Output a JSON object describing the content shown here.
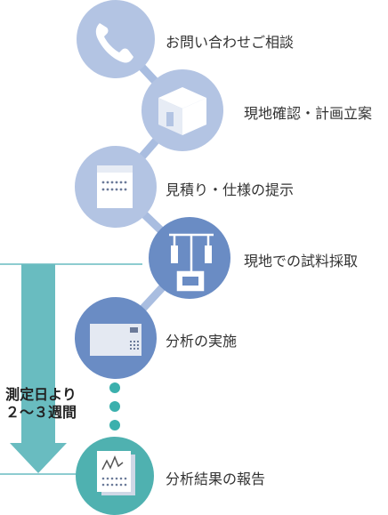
{
  "steps": [
    {
      "label": "お問い合わせご相談",
      "icon": "phone-icon"
    },
    {
      "label": "現地確認・計画立案",
      "icon": "building-icon"
    },
    {
      "label": "見積り・仕様の提示",
      "icon": "document-icon"
    },
    {
      "label": "現地での試料採取",
      "icon": "sampler-icon"
    },
    {
      "label": "分析の実施",
      "icon": "analyzer-icon"
    },
    {
      "label": "分析結果の報告",
      "icon": "report-icon"
    }
  ],
  "duration": {
    "line1": "測定日より",
    "line2": "２～３週間"
  },
  "colors": {
    "light_circle": "#b3c4e3",
    "dark_circle": "#6a8cc4",
    "connector": "#a9bde0",
    "arrow": "#69bcc0",
    "teal_dot": "#3bb0ad",
    "report_circle": "#4fb1b0"
  }
}
